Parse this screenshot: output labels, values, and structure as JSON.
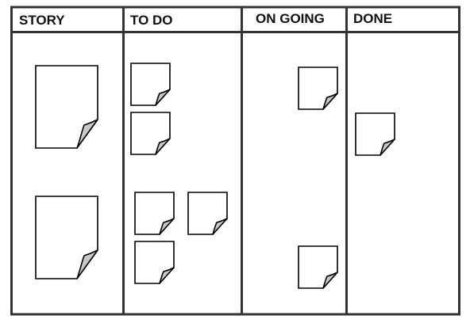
{
  "board": {
    "columns": [
      {
        "id": "story",
        "label": "STORY"
      },
      {
        "id": "todo",
        "label": "TO DO"
      },
      {
        "id": "ongoing",
        "label": "ON GOING"
      },
      {
        "id": "done",
        "label": "DONE"
      }
    ]
  },
  "colors": {
    "frame": "#333333",
    "note_fill": "#ffffff",
    "curl_fill": "#c8c8c8"
  },
  "icons": {
    "story_card": "story-card-icon",
    "task_note": "sticky-note-icon"
  }
}
